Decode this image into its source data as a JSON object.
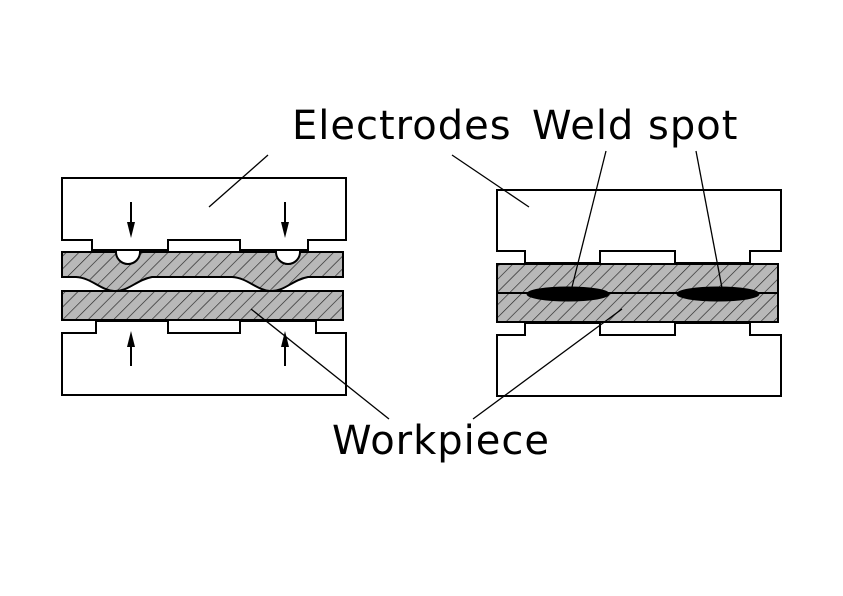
{
  "labels": {
    "electrodes": "Electrodes",
    "weld_spot": "Weld spot",
    "workpiece": "Workpiece"
  },
  "colors": {
    "stroke": "#000000",
    "hatch_fill": "#b8b8b8",
    "background": "#ffffff"
  }
}
